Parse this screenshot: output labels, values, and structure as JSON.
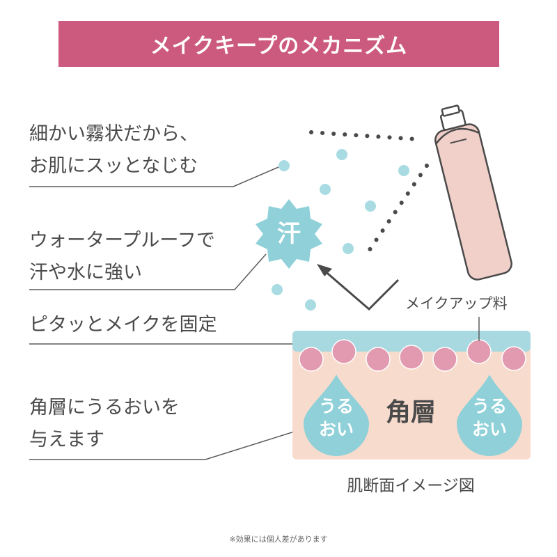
{
  "title": "メイクキープのメカニズム",
  "claims": {
    "mist": [
      "細かい霧状だから、",
      "お肌にスッとなじむ"
    ],
    "waterproof": [
      "ウォータープルーフで",
      "汗や水に強い"
    ],
    "fix": [
      "ピタッとメイクを固定"
    ],
    "moisture": [
      "角層にうるおいを",
      "与えます"
    ]
  },
  "diagram": {
    "sweat_label": "汗",
    "makeup_label": "メイクアップ料",
    "stratum_label": "角層",
    "droplet_label_line1": "うる",
    "droplet_label_line2": "おい",
    "caption": "肌断面イメージ図"
  },
  "footnote": "※効果には個人差があります",
  "colors": {
    "banner": "#cc5a7e",
    "mist_dot": "#a8dce2",
    "skin": "#f7dccd",
    "makeup_layer": "#a8d9e0",
    "makeup_particle": "#e29ab0",
    "droplet": "#8fd0d9",
    "can": "#f1d0ca",
    "text": "#4a4a4a"
  }
}
